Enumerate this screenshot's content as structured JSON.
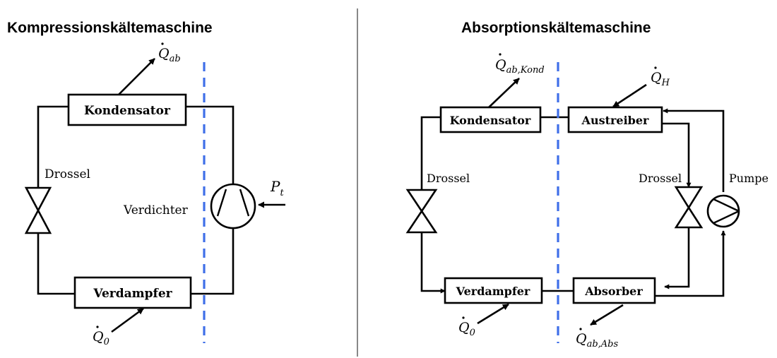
{
  "left": {
    "title": "Kompressionskältemaschine",
    "components": {
      "condenser": "Kondensator",
      "evaporator": "Verdampfer",
      "throttle": "Drossel",
      "compressor": "Verdichter"
    },
    "flows": {
      "q_ab": {
        "base": "Q",
        "sub": "ab"
      },
      "q_0": {
        "base": "Q",
        "sub": "0"
      },
      "p_t": {
        "base": "P",
        "sub": "t"
      }
    }
  },
  "right": {
    "title": "Absorptionskältemaschine",
    "components": {
      "condenser": "Kondensator",
      "generator": "Austreiber",
      "evaporator": "Verdampfer",
      "absorber": "Absorber",
      "throttle_left": "Drossel",
      "throttle_right": "Drossel",
      "pump": "Pumpe"
    },
    "flows": {
      "q_ab_kond": {
        "base": "Q",
        "sub": "ab,Kond"
      },
      "q_h": {
        "base": "Q",
        "sub": "H"
      },
      "q_0": {
        "base": "Q",
        "sub": "0"
      },
      "q_ab_abs": {
        "base": "Q",
        "sub": "ab,Abs"
      }
    }
  },
  "colors": {
    "boundary_dash": "#3f6fe8",
    "divider": "#555555",
    "ink": "#000000"
  }
}
